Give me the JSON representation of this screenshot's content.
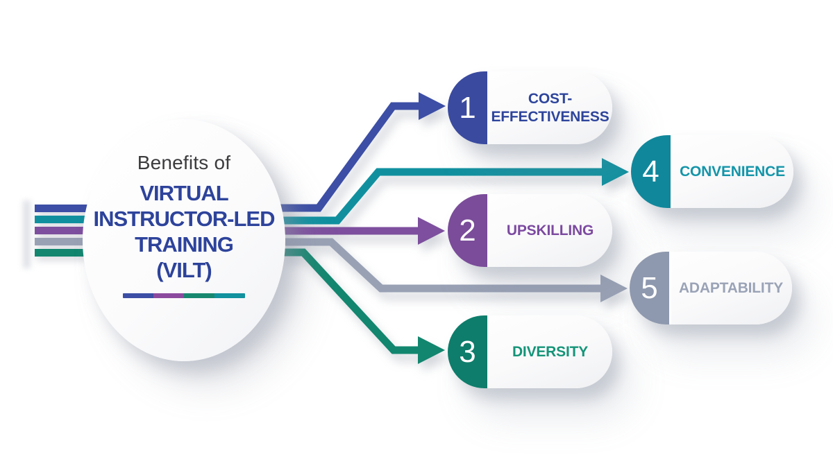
{
  "center": {
    "pretitle": "Benefits of",
    "pretitle_color": "#3B3B3D",
    "title_color": "#2D439B",
    "title_lines": [
      "VIRTUAL",
      "INSTRUCTOR-LED",
      "TRAINING",
      "(VILT)"
    ],
    "underline_colors": [
      "#3C4EA5",
      "#8C4A9E",
      "#17886F",
      "#12919E"
    ]
  },
  "benefits": [
    {
      "number": "1",
      "label": "COST-EFFECTIVENESS",
      "cap_color": "#3A4A9F",
      "line_color": "#3C4EA5",
      "text_color": "#2E459C"
    },
    {
      "number": "2",
      "label": "UPSKILLING",
      "cap_color": "#7A4C99",
      "line_color": "#7D4F9E",
      "text_color": "#7C4AA0"
    },
    {
      "number": "3",
      "label": "DIVERSITY",
      "cap_color": "#0E7D6B",
      "line_color": "#12866F",
      "text_color": "#159478"
    },
    {
      "number": "4",
      "label": "CONVENIENCE",
      "cap_color": "#11879B",
      "line_color": "#10909F",
      "text_color": "#1495A9"
    },
    {
      "number": "5",
      "label": "ADAPTABILITY",
      "cap_color": "#8E98AE",
      "line_color": "#99A1B5",
      "text_color": "#9AA3B6"
    }
  ]
}
